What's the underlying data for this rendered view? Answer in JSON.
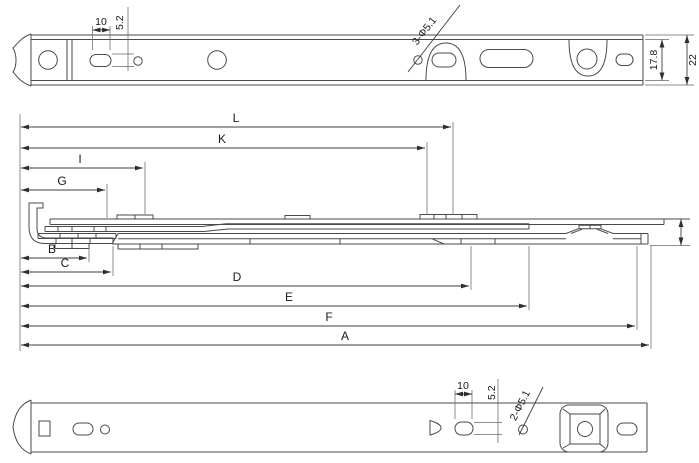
{
  "drawing_type": "technical-drawing",
  "colors": {
    "line": "#4a4a4a",
    "dimension_line": "#3d3d3d",
    "text": "#1a1a1a",
    "background": "#ffffff"
  },
  "views": {
    "top": {
      "title": "top-rail-plan-view",
      "dims": {
        "slot_length": "10",
        "slot_width": "5.2",
        "hole_callout": "3-Φ5.1",
        "inner_height": "17.8",
        "outer_height": "22"
      }
    },
    "side": {
      "title": "side-profile-view",
      "labels": {
        "L": "L",
        "K": "K",
        "I": "I",
        "G": "G",
        "B": "B",
        "C": "C",
        "D": "D",
        "E": "E",
        "F": "F",
        "A": "A"
      }
    },
    "bottom": {
      "title": "bottom-rail-plan-view",
      "dims": {
        "slot_length": "10",
        "slot_width": "5.2",
        "hole_callout": "2-Φ5.1"
      }
    }
  }
}
